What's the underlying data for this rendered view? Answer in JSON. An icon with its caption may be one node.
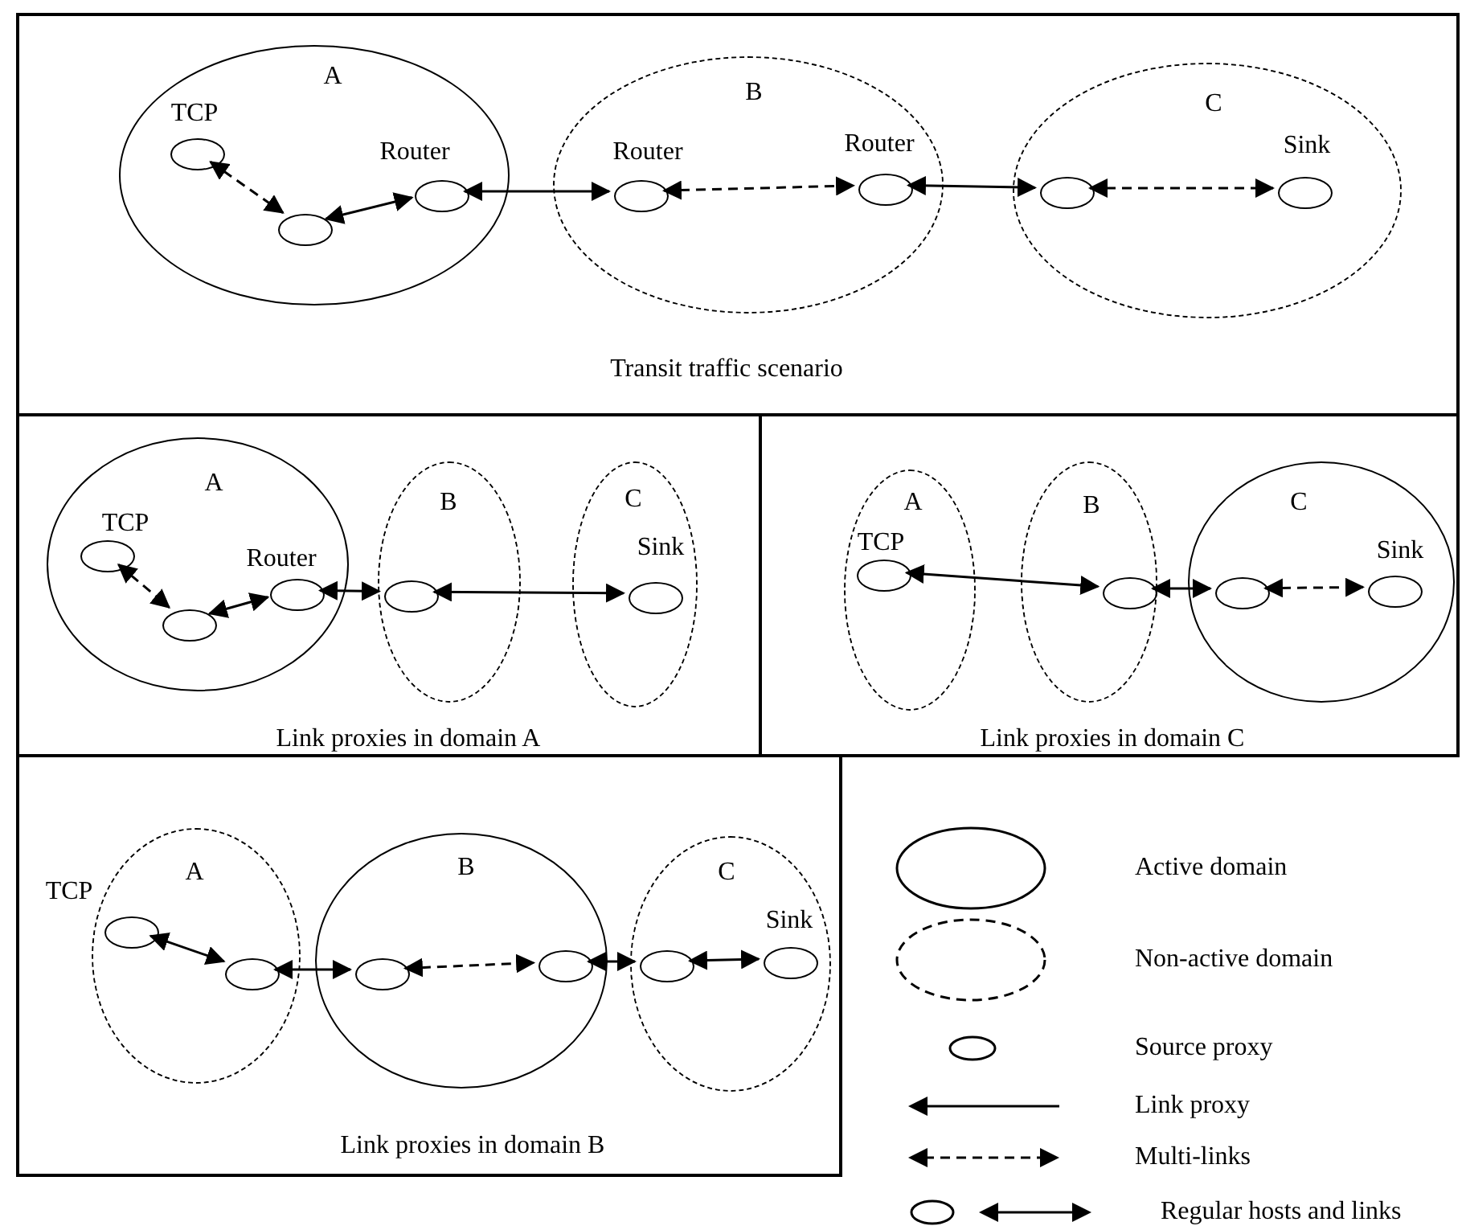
{
  "diagram": {
    "nodes": [
      {
        "text": [
          "Transit traffic scenario"
        ]
      },
      {
        "text": [
          "A"
        ],
        "in": 0
      },
      {
        "text": [
          "TCP"
        ],
        "in": 1
      },
      {
        "text": [],
        "shape": "circle",
        "in": 1
      },
      {
        "text": [
          "Router"
        ],
        "in": 1
      },
      {
        "text": [
          "B"
        ],
        "in": 0
      },
      {
        "text": [
          "Router"
        ],
        "in": 5
      },
      {
        "text": [
          "Router"
        ],
        "in": 5
      },
      {
        "text": [
          "C"
        ],
        "in": 0
      },
      {
        "text": [],
        "shape": "circle",
        "in": 8
      },
      {
        "text": [
          "Sink"
        ],
        "in": 8
      },
      {
        "text": [
          "Link proxies in domain A"
        ]
      },
      {
        "text": [
          "A"
        ],
        "in": 11
      },
      {
        "text": [
          "TCP"
        ],
        "in": 12
      },
      {
        "text": [],
        "shape": "circle",
        "in": 12
      },
      {
        "text": [
          "Router"
        ],
        "in": 12
      },
      {
        "text": [
          "B"
        ],
        "in": 11
      },
      {
        "text": [],
        "shape": "circle",
        "in": 16
      },
      {
        "text": [
          "C"
        ],
        "in": 11
      },
      {
        "text": [
          "Sink"
        ],
        "in": 18
      },
      {
        "text": [
          "Link proxies in domain C"
        ]
      },
      {
        "text": [
          "A"
        ],
        "in": 20
      },
      {
        "text": [
          "TCP"
        ],
        "in": 21
      },
      {
        "text": [
          "B"
        ],
        "in": 20
      },
      {
        "text": [],
        "shape": "circle",
        "in": 23
      },
      {
        "text": [
          "C"
        ],
        "in": 20
      },
      {
        "text": [],
        "shape": "circle",
        "in": 25
      },
      {
        "text": [
          "Sink"
        ],
        "in": 25
      },
      {
        "text": [
          "Link proxies in domain B"
        ]
      },
      {
        "text": [
          "A"
        ],
        "in": 28
      },
      {
        "text": [
          "TCP"
        ],
        "in": 29
      },
      {
        "text": [],
        "shape": "circle",
        "in": 29
      },
      {
        "text": [
          "B"
        ],
        "in": 28
      },
      {
        "text": [],
        "shape": "circle",
        "in": 32
      },
      {
        "text": [],
        "shape": "circle",
        "in": 32
      },
      {
        "text": [
          "C"
        ],
        "in": 28
      },
      {
        "text": [],
        "shape": "circle",
        "in": 35
      },
      {
        "text": [
          "Sink"
        ],
        "in": 35
      }
    ],
    "edges": [
      {
        "from": 2,
        "to": 3,
        "arrow": "both",
        "style": "dashed"
      },
      {
        "from": 3,
        "to": 4,
        "arrow": "both"
      },
      {
        "from": 4,
        "to": 6,
        "arrow": "both"
      },
      {
        "from": 6,
        "to": 7,
        "arrow": "both",
        "style": "dashed"
      },
      {
        "from": 7,
        "to": 9,
        "arrow": "both"
      },
      {
        "from": 9,
        "to": 10,
        "arrow": "both",
        "style": "dashed"
      },
      {
        "from": 13,
        "to": 14,
        "arrow": "both",
        "style": "dashed"
      },
      {
        "from": 14,
        "to": 15,
        "arrow": "both"
      },
      {
        "from": 15,
        "to": 17,
        "arrow": "both"
      },
      {
        "from": 17,
        "to": 19,
        "arrow": "both"
      },
      {
        "from": 22,
        "to": 24,
        "arrow": "both"
      },
      {
        "from": 24,
        "to": 26,
        "arrow": "both"
      },
      {
        "from": 26,
        "to": 27,
        "arrow": "both",
        "style": "dashed"
      },
      {
        "from": 30,
        "to": 31,
        "arrow": "both"
      },
      {
        "from": 31,
        "to": 33,
        "arrow": "both"
      },
      {
        "from": 33,
        "to": 34,
        "arrow": "both",
        "style": "dashed"
      },
      {
        "from": 34,
        "to": 36,
        "arrow": "both"
      },
      {
        "from": 36,
        "to": 37,
        "arrow": "both"
      }
    ],
    "legend": [
      {
        "text": "Active domain"
      },
      {
        "text": "Non-active domain"
      },
      {
        "text": "Source proxy"
      },
      {
        "text": "Link proxy"
      },
      {
        "text": "Multi-links"
      },
      {
        "text": "Regular hosts and links"
      }
    ]
  }
}
